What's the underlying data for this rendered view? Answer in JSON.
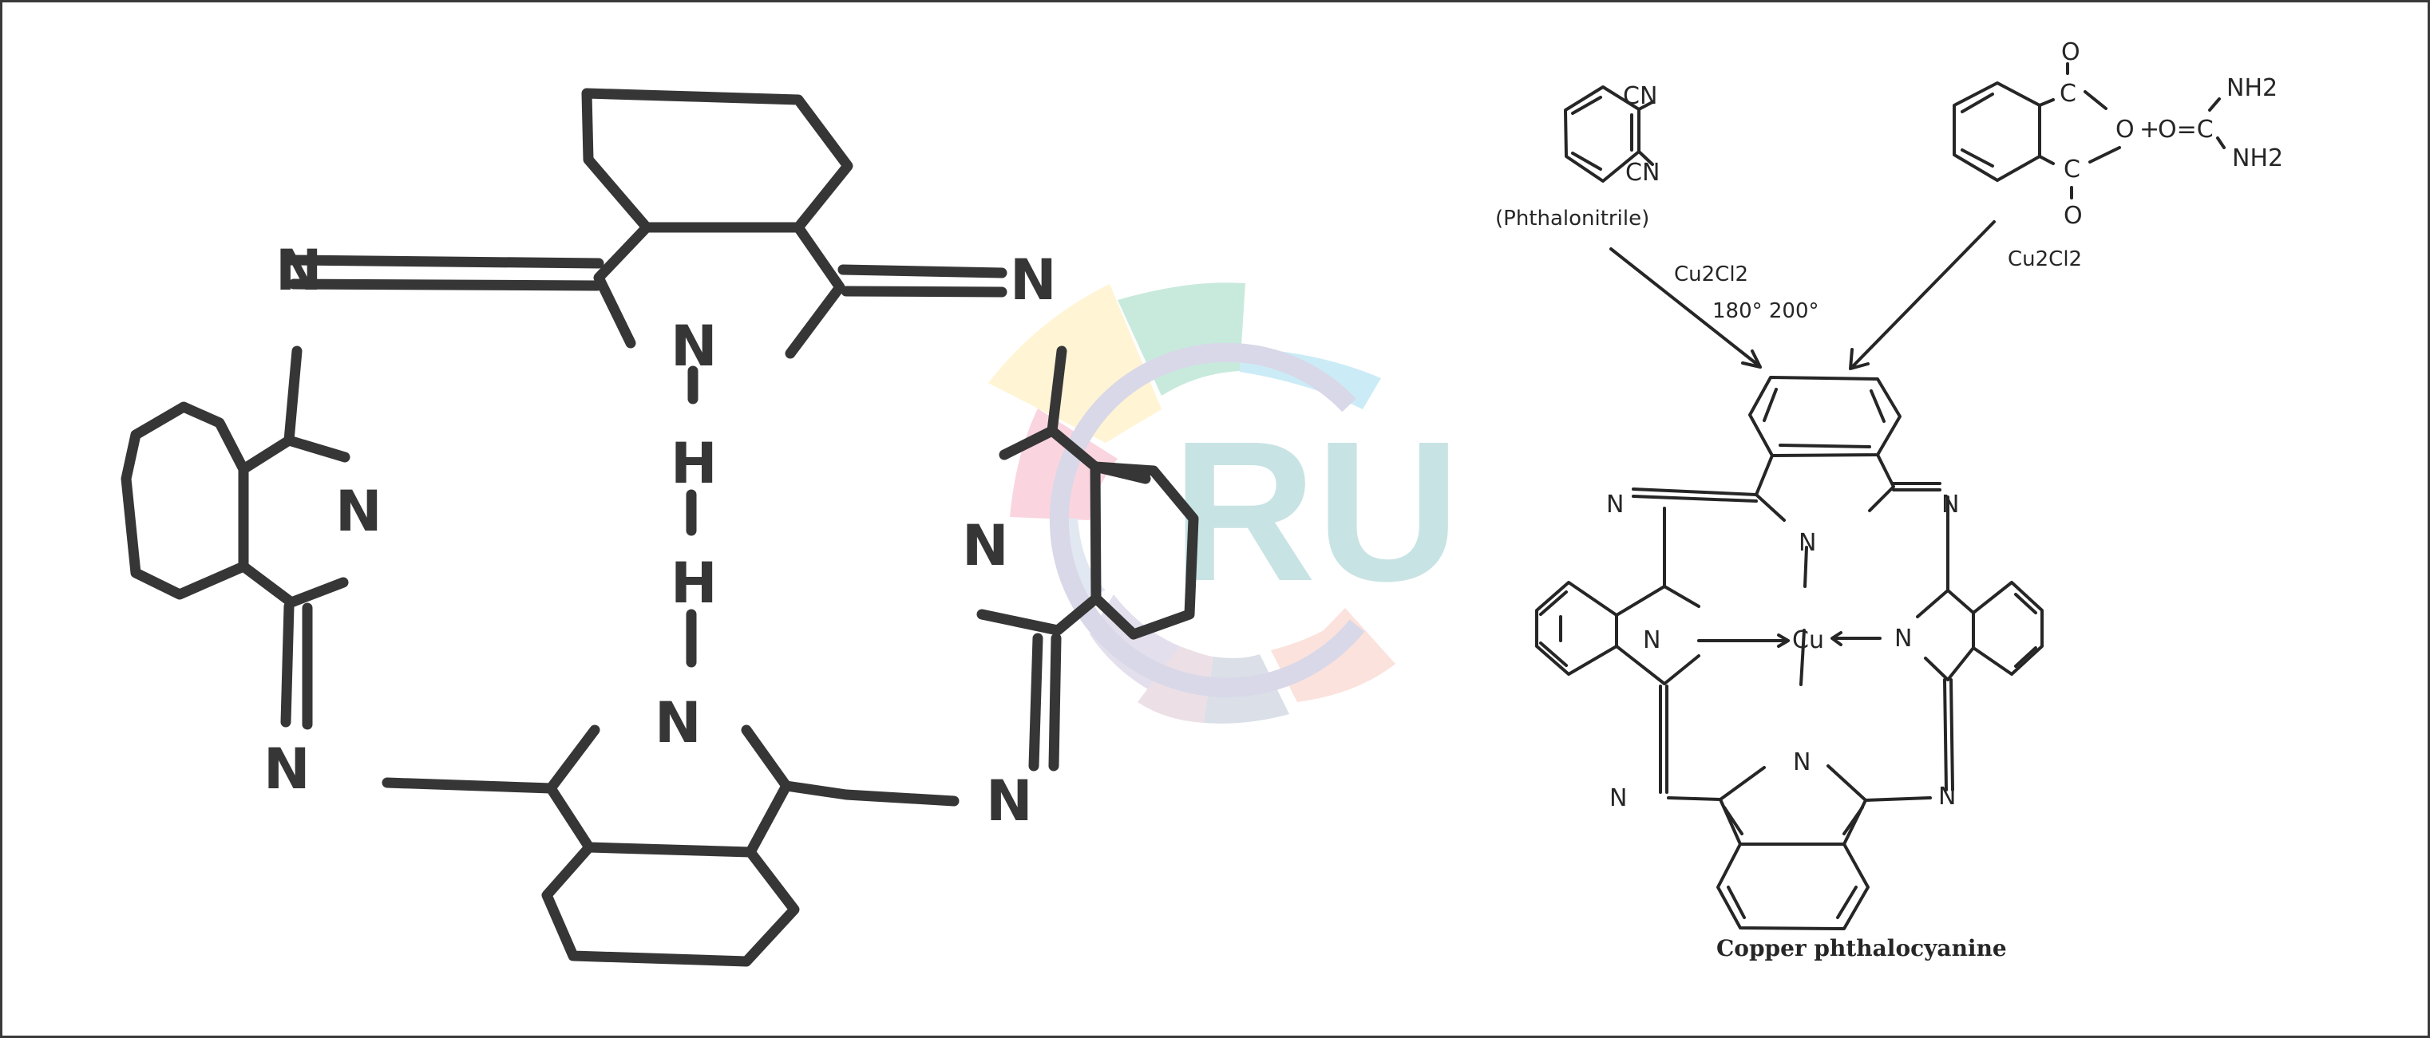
{
  "figure": {
    "left_structure": {
      "description": "Hand-drawn bis-phthalonitrile hydrazine bridged structure",
      "atoms": {
        "n_top_left": "N",
        "n_top_right": "N",
        "n_mid_left": "N",
        "n_mid_right": "N",
        "n_bottom_left": "N",
        "n_bottom_right": "N",
        "bridge_n_top": "N",
        "bridge_h_1": "H",
        "bridge_h_2": "H",
        "bridge_n_bottom": "N"
      }
    },
    "watermark": {
      "text": "RU",
      "colors": {
        "yellow": "#fff4d4",
        "green": "#c8eadc",
        "cyan": "#cbecf7",
        "pink": "#fad5df",
        "ring": "#d8d8e8",
        "lavender": "#e4dfec",
        "rose": "#ecdfe6",
        "grey_blue": "#dadfe8",
        "peach": "#fce2dc",
        "light_blue": "#e2e8f2",
        "text": "#c8e3e4"
      }
    },
    "reaction": {
      "reactant_1": {
        "substituent_top": "CN",
        "substituent_bottom": "CN",
        "name": "(Phthalonitrile)"
      },
      "reactant_2": {
        "carbonyl_top_o": "O",
        "carbonyl_top_c": "C",
        "ring_o": "O",
        "carbonyl_bottom_c": "C",
        "carbonyl_bottom_o": "O",
        "plus": "+",
        "urea": "O=C",
        "nh2_top": "NH2",
        "nh2_bottom": "NH2",
        "reagent": "Cu2Cl2"
      },
      "conditions": {
        "reagent": "Cu2Cl2",
        "temperature": "180°  200°"
      },
      "product": {
        "metal": "Cu",
        "n_labels": [
          "N",
          "N",
          "N",
          "N",
          "N",
          "N",
          "N",
          "N"
        ],
        "name": "Copper phthalocyanine"
      }
    }
  }
}
